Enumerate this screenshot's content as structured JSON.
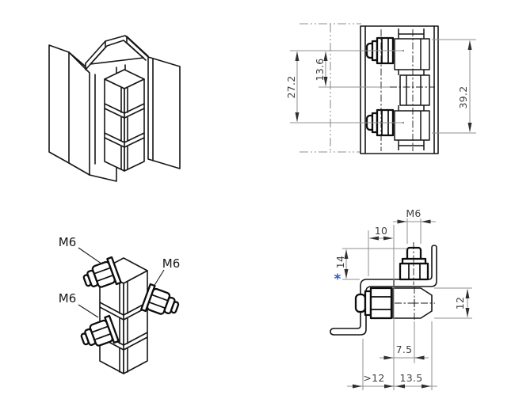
{
  "page": {
    "background": "#ffffff",
    "kind": "technical-drawing-hinge"
  },
  "palette": {
    "object_line": "#161616",
    "bold_line": "#0d0d0d",
    "dimension_line": "#8f8f8f",
    "dimension_text": "#3f3f3f",
    "arrow": "#2f2f2f",
    "asterisk_blue": "#2b56c4",
    "background": "#ffffff"
  },
  "front_view": {
    "dim_13_6": "13.6",
    "dim_27_2": "27.2",
    "dim_39_2": "39.2"
  },
  "iso_bolt_view": {
    "label_top": "M6",
    "label_right": "M6",
    "label_bottom": "M6"
  },
  "side_view": {
    "dim_m6": "M6",
    "dim_10": "10",
    "asterisk": "*",
    "dim_14": "14",
    "dim_12": "12",
    "dim_7_5": "7.5",
    "dim_gt_12": ">12",
    "dim_13_5": "13.5"
  }
}
